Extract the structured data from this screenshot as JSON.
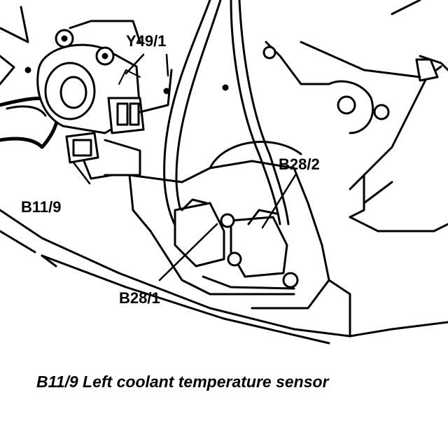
{
  "labels": {
    "y49_1": "Y49/1",
    "b28_2": "B28/2",
    "b11_9": "B11/9",
    "b28_1": "B28/1"
  },
  "caption": "B11/9 Left coolant temperature sensor",
  "colors": {
    "ink": "#000000",
    "paper": "#ffffff"
  }
}
